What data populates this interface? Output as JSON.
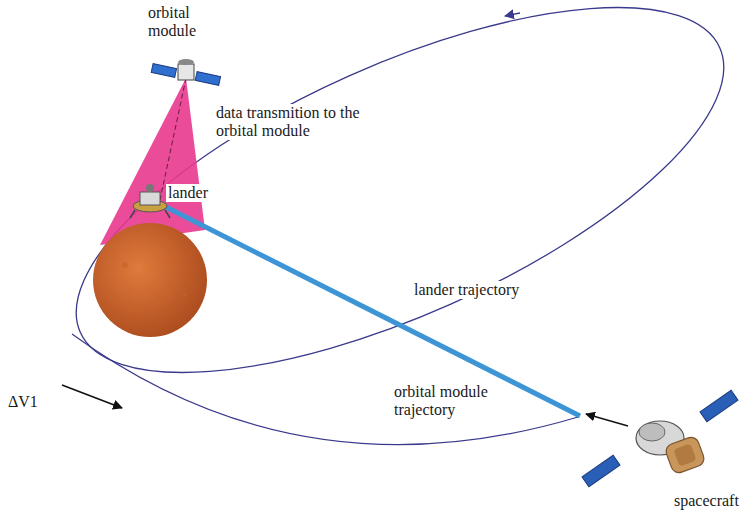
{
  "diagram": {
    "labels": [
      "orbital module",
      "data transmition to the orbital module",
      "lander",
      "lander trajectory",
      "ΔV1",
      "orbital module trajectory",
      "spacecraft"
    ]
  }
}
